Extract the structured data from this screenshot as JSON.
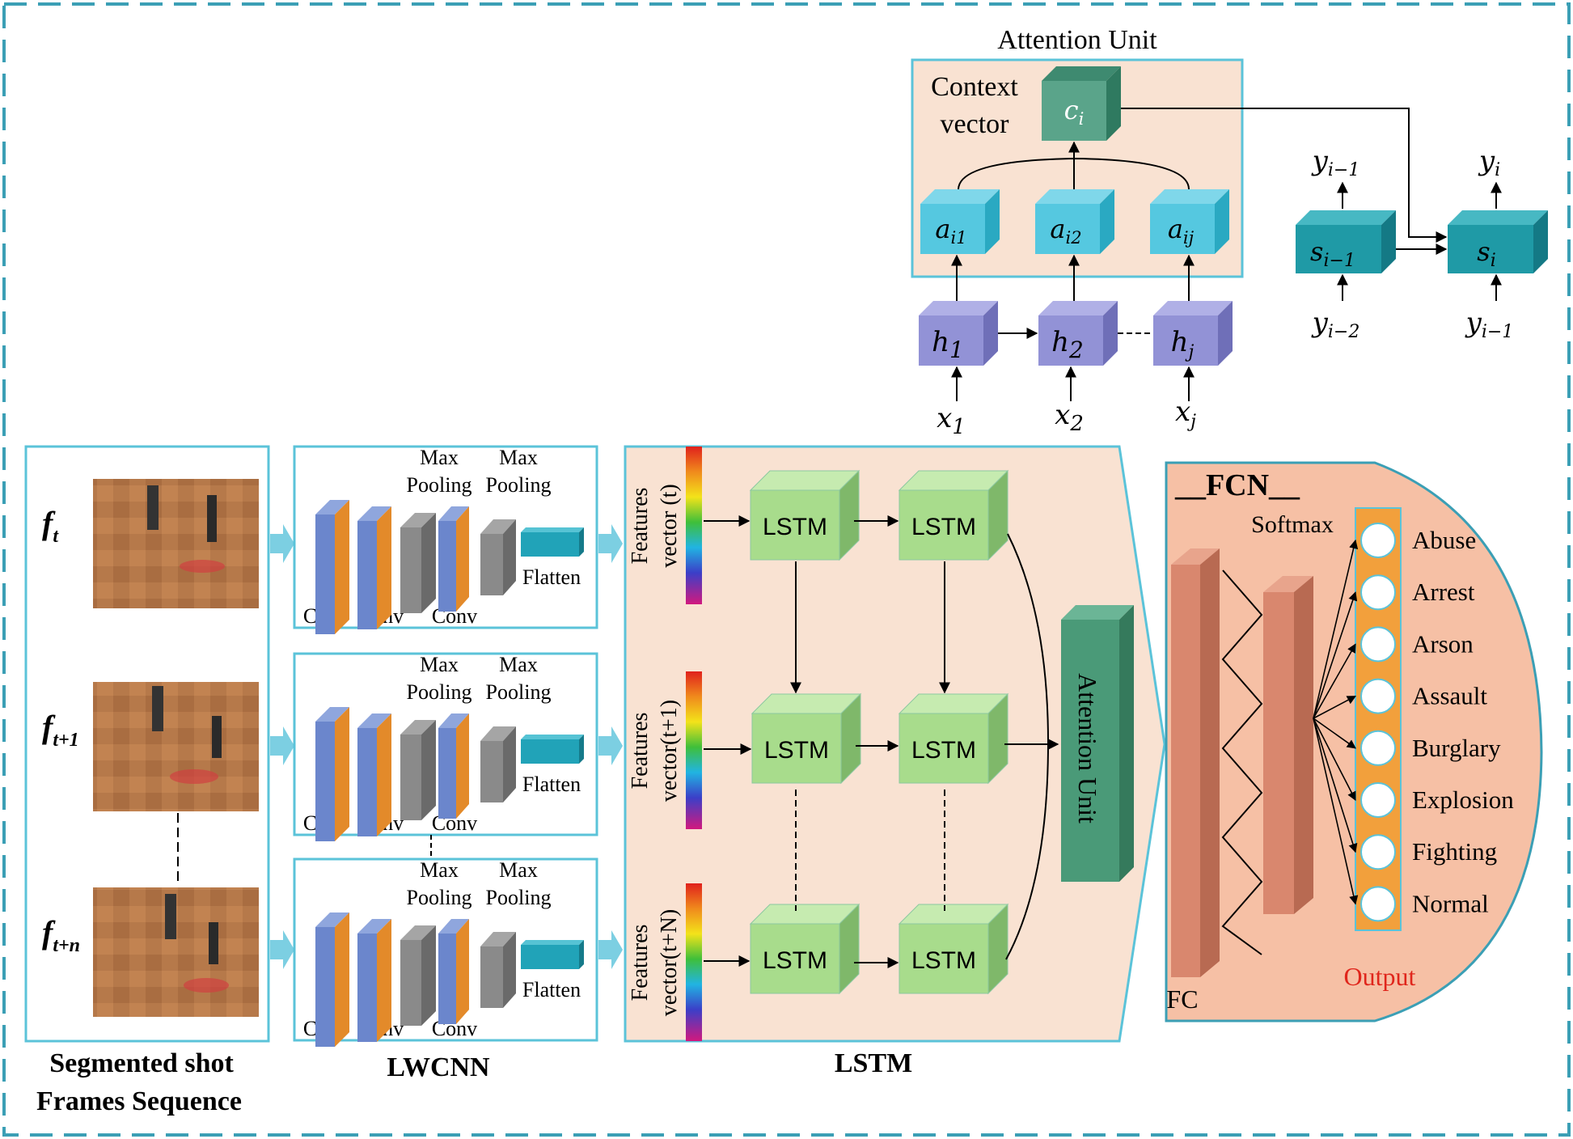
{
  "attention_top": {
    "title": "Attention Unit",
    "context_label_1": "Context",
    "context_label_2": "vector",
    "c": "c",
    "c_sub": "i",
    "a1": "a",
    "a1_sub": "i1",
    "a2": "a",
    "a2_sub": "i2",
    "a3": "a",
    "a3_sub": "ij",
    "h1": "h",
    "h1_sub": "1",
    "h2": "h",
    "h2_sub": "2",
    "h3": "h",
    "h3_sub": "j",
    "x1": "x",
    "x1_sub": "1",
    "x2": "x",
    "x2_sub": "2",
    "x3": "x",
    "x3_sub": "j"
  },
  "decoder": {
    "s_prev": "s",
    "s_prev_sub": "i−1",
    "s_cur": "s",
    "s_cur_sub": "i",
    "y_prev_top": "y",
    "y_prev_top_sub": "i−1",
    "y_cur_top": "y",
    "y_cur_top_sub": "i",
    "y_prev_bottom": "y",
    "y_prev_bottom_sub": "i−2",
    "y_cur_bottom": "y",
    "y_cur_bottom_sub": "i−1"
  },
  "frames": {
    "labels": [
      {
        "base": "f",
        "sub": "t"
      },
      {
        "base": "f",
        "sub": "t+1"
      },
      {
        "base": "f",
        "sub": "t+n"
      }
    ],
    "caption_1": "Segmented shot",
    "caption_2": "Frames Sequence"
  },
  "lwcnn": {
    "caption": "LWCNN",
    "max": "Max",
    "pooling": "Pooling",
    "conv": "Conv",
    "flatten": "Flatten"
  },
  "lstm": {
    "caption": "LSTM",
    "cell_label": "LSTM",
    "feature_labels": [
      {
        "line1": "Features",
        "line2": "vector (t)"
      },
      {
        "line1": "Features",
        "line2": "vector(t+1)"
      },
      {
        "line1": "Features",
        "line2": "vector(t+N)"
      }
    ],
    "attention_label": "Attention Unit"
  },
  "fcn": {
    "title": "__FCN__",
    "softmax": "Softmax",
    "fc": "FC",
    "output": "Output",
    "classes": [
      "Abuse",
      "Arrest",
      "Arson",
      "Assault",
      "Burglary",
      "Explosion",
      "Fighting",
      "Normal"
    ]
  },
  "colors": {
    "frame_border": "#3b9fb5",
    "panel_border": "#5bc3d9",
    "panel_fill": "#f9e2d2",
    "arrow_fill": "#7ccfe2",
    "attn_cube": "#55c8e0",
    "hidden_cube": "#9292d6",
    "context_cube": "#5aa48a",
    "decoder_cube": "#1f9aa6",
    "lstm_cube": "#a8dc8c",
    "attention_bar": "#4a9a78",
    "conv_blue": "#6b86cc",
    "conv_orange": "#e38a2a",
    "pool_gray": "#8a8a8a",
    "flatten": "#21a3b8",
    "fc_bar": "#d9876e",
    "fcn_fill": "#f6c0a5",
    "output_fill": "#f2a03c",
    "output_text": "#e0261c"
  }
}
